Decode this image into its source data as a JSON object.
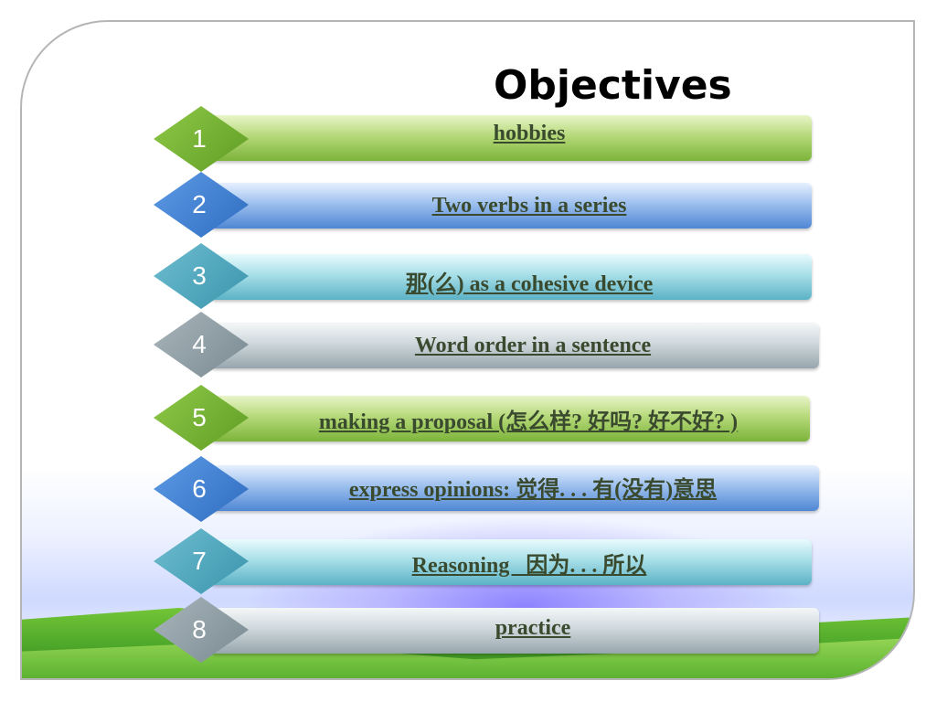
{
  "slide": {
    "title": "Objectives",
    "items": [
      {
        "number": "1",
        "text": "hobbies"
      },
      {
        "number": "2",
        "text": "Two verbs in a series"
      },
      {
        "number": "3",
        "text": "那(么) as a cohesive device"
      },
      {
        "number": "4",
        "text": "Word order in a sentence"
      },
      {
        "number": "5",
        "text": "making a proposal (怎么样? 好吗? 好不好? )"
      },
      {
        "number": "6",
        "text": "express opinions: 觉得. . . 有(没有)意思"
      },
      {
        "number": "7",
        "text": "Reasoning   因为. . . 所以"
      },
      {
        "number": "8",
        "text": "practice"
      }
    ]
  },
  "colors": {
    "green": "#7cb43a",
    "blue": "#4f86d4",
    "teal": "#5bb2c6",
    "gray": "#97a6ad",
    "link_text": "#3a4a2e"
  },
  "icons": [
    "diamond-number-marker"
  ]
}
